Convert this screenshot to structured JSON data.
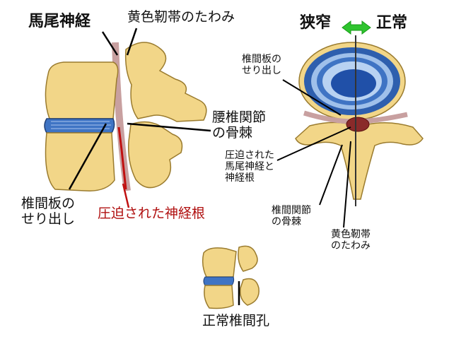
{
  "labels": {
    "cauda_equina": "馬尾神経",
    "ligamentum_flavum_top": "黄色靭帯のたわみ",
    "narrow": "狭窄",
    "normal": "正常",
    "disc_herniation_right": [
      "椎間板の",
      "せり出し"
    ],
    "facet_osteophyte_side": [
      "腰椎関節",
      "の骨棘"
    ],
    "compressed_cauda": [
      "圧迫された",
      "馬尾神経と",
      "神経根"
    ],
    "disc_herniation_left": [
      "椎間板の",
      "せり出し"
    ],
    "compressed_root": "圧迫された神経根",
    "facet_osteophyte_axial": [
      "椎間関節",
      "の骨棘"
    ],
    "ligamentum_flavum_axial": [
      "黄色靭帯",
      "のたわみ"
    ],
    "normal_foramen": "正常椎間孔"
  },
  "colors": {
    "bone": "#f2d688",
    "bone_stroke": "#9a7b2e",
    "disc": "#3f74c4",
    "arrow": "#2ec42e",
    "nerve": "#c8a0a0",
    "red_line": "#c01010"
  }
}
